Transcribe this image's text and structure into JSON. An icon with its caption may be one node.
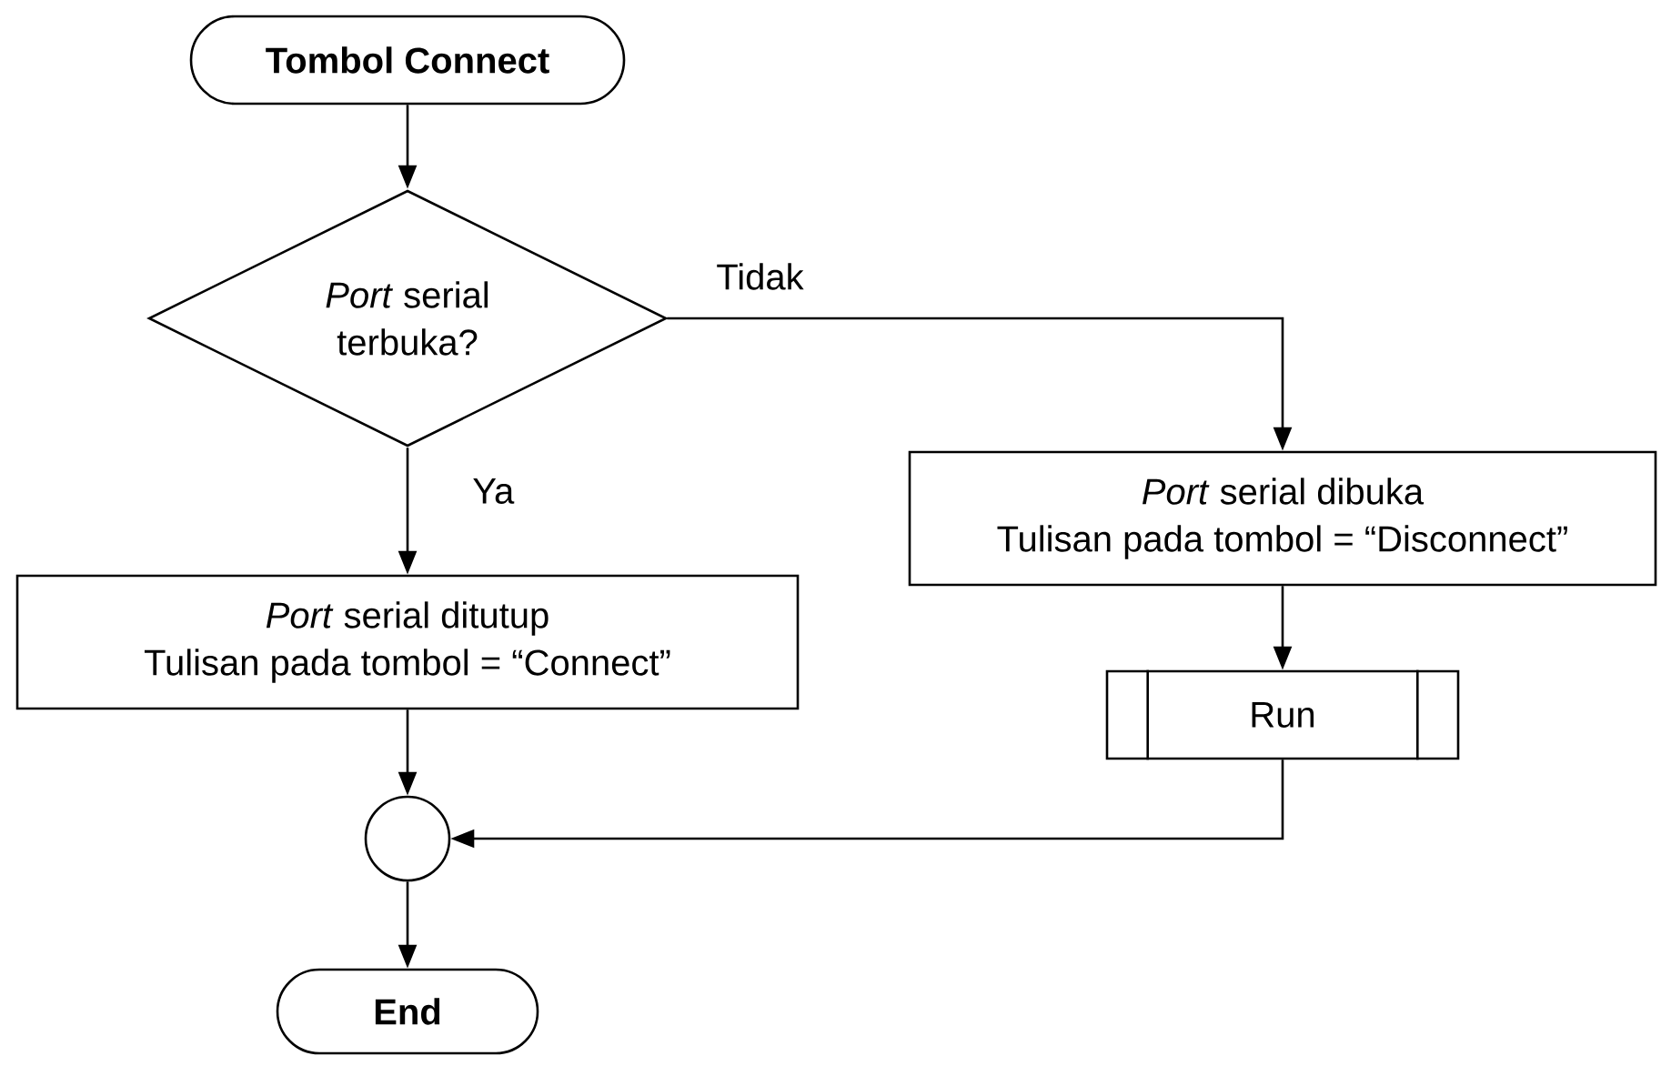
{
  "diagram": {
    "nodes": [
      {
        "text": [
          "Tombol Connect"
        ]
      },
      {
        "text": [
          "*Port* serial terbuka?"
        ]
      },
      {
        "text": [
          "*Port* serial dibuka",
          "Tulisan pada tombol = “Disconnect”"
        ]
      },
      {
        "text": [
          "*Port* serial ditutup",
          "Tulisan pada tombol = “Connect”"
        ]
      },
      {
        "text": [
          "Run"
        ]
      },
      {
        "text": [],
        "shape": "circle"
      },
      {
        "text": [
          "End"
        ]
      }
    ],
    "edges": [
      {
        "from": 0,
        "to": 1,
        "arrow": "to"
      },
      {
        "from": 1,
        "to": 2,
        "arrow": "to",
        "label": "Tidak"
      },
      {
        "from": 1,
        "to": 3,
        "arrow": "to",
        "label": "Ya"
      },
      {
        "from": 2,
        "to": 4,
        "arrow": "to"
      },
      {
        "from": 3,
        "to": 5,
        "arrow": "to"
      },
      {
        "from": 4,
        "to": 5,
        "arrow": "to"
      },
      {
        "from": 5,
        "to": 6,
        "arrow": "to"
      }
    ]
  }
}
